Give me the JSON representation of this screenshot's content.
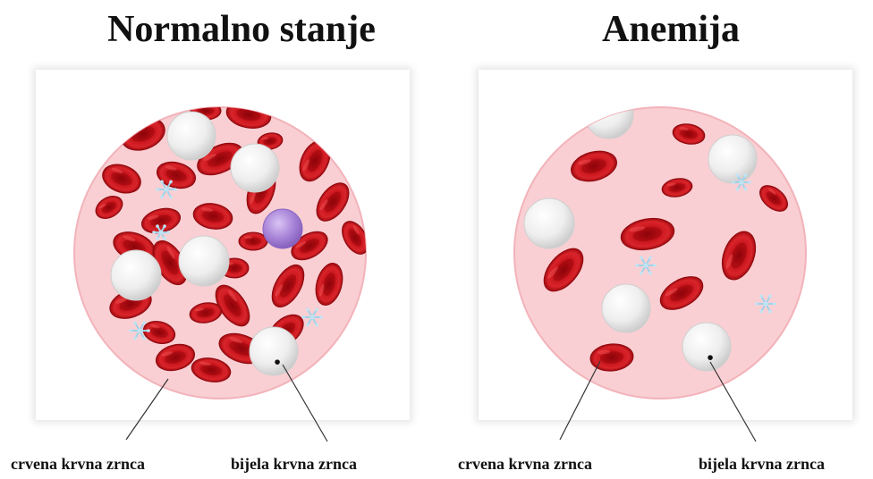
{
  "titles": {
    "left": "Normalno stanje",
    "right": "Anemija"
  },
  "labels": {
    "left_rbc": "crvena krvna zrnca",
    "left_wbc": "bijela krvna zrnca",
    "right_rbc": "crvena krvna zrnca",
    "right_wbc": "bijela krvna zrnca"
  },
  "colors": {
    "plasma": "#f9cfd3",
    "plasma_edge": "#f2b3ba",
    "red_cell": "#c8141b",
    "red_cell_dark": "#8e0a10",
    "white_cell": "#f4f4f4",
    "platelet": "#9fd3ea",
    "lymphocyte": "#a884d8",
    "leader_line": "#333333"
  },
  "icons": {
    "red_cell": "biconcave-disc",
    "white_cell": "white-sphere",
    "platelet": "snowflake-platelet",
    "lymphocyte": "purple-sphere"
  }
}
